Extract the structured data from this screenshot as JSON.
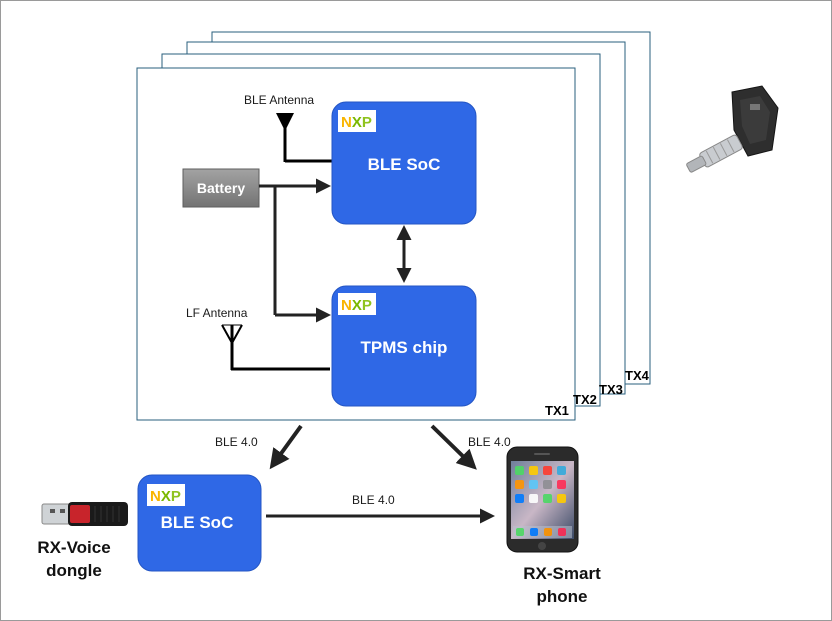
{
  "labels": {
    "ble_antenna": "BLE Antenna",
    "lf_antenna": "LF Antenna",
    "battery": "Battery",
    "ble_soc_tx": "BLE SoC",
    "tpms_chip": "TPMS chip",
    "ble_soc_rx": "BLE SoC",
    "ble_link_left": "BLE 4.0",
    "ble_link_right": "BLE 4.0",
    "ble_link_bottom": "BLE 4.0",
    "rx_voice_line1": "RX-Voice",
    "rx_voice_line2": "dongle",
    "rx_phone_line1": "RX-Smart",
    "rx_phone_line2": "phone"
  },
  "tx_labels": [
    "TX1",
    "TX2",
    "TX3",
    "TX4"
  ],
  "nxp_logo": {
    "text": "NXP",
    "colors": [
      "#f9b500",
      "#7ab800",
      "#8fc31f"
    ]
  },
  "colors": {
    "block_blue": "#2f68e6",
    "battery_gray": "#8a8a8a",
    "arrow": "#222222"
  }
}
